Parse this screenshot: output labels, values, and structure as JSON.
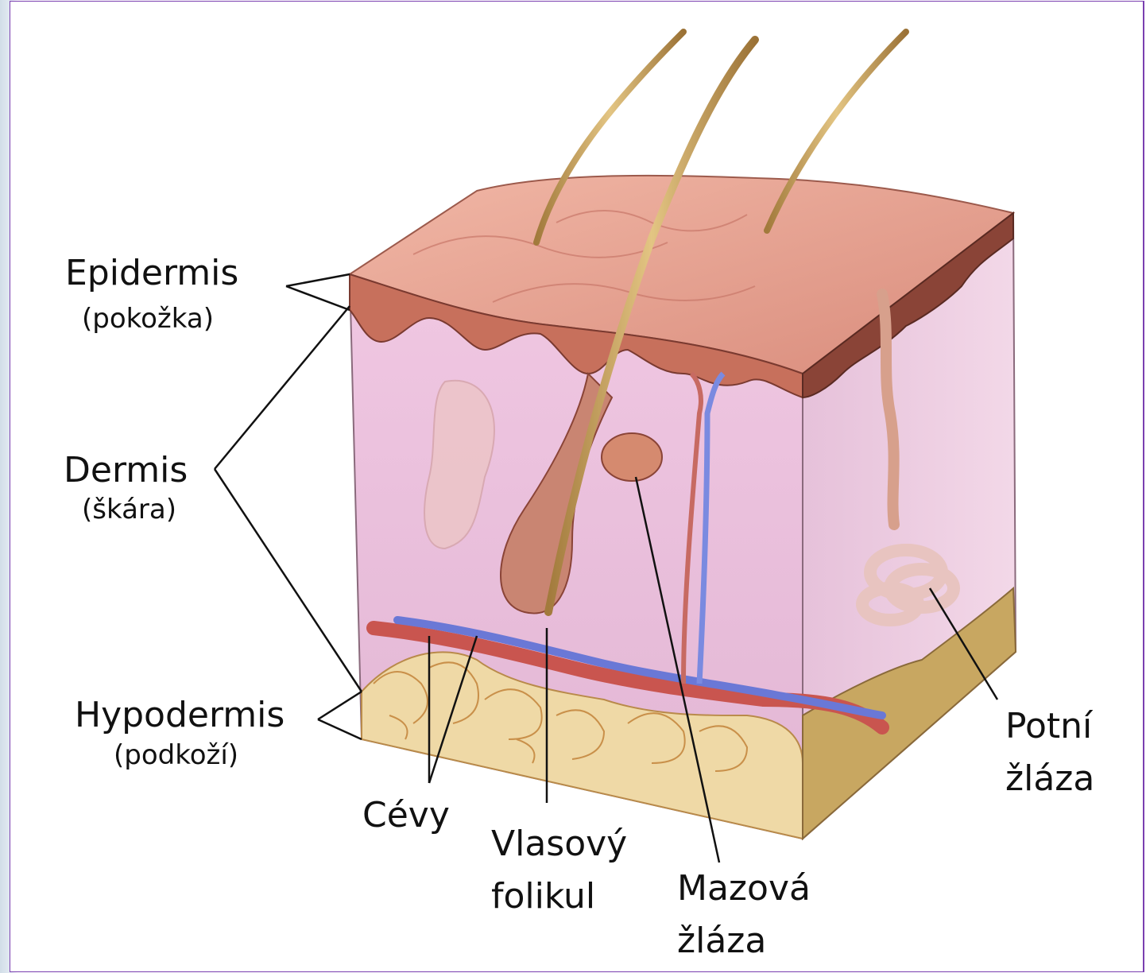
{
  "labels": {
    "epidermis": "Epidermis",
    "epidermis_sub": "(pokožka)",
    "dermis": "Dermis",
    "dermis_sub": "(škára)",
    "hypodermis": "Hypodermis",
    "hypodermis_sub": "(podkoží)",
    "cevy": "Cévy",
    "vlasovy_line1": "Vlasový",
    "vlasovy_line2": "folikul",
    "mazova_line1": "Mazová",
    "mazova_line2": "žláza",
    "potni_line1": "Potní",
    "potni_line2": "žláza"
  },
  "colors": {
    "frame": "#7a3fb0",
    "skin_surface": "#e9a493",
    "dermis": "#e9bfdc",
    "epidermis_cut": "#b45a4a",
    "fat": "#efd9a6",
    "artery": "#c9554f",
    "vein": "#6a78d6",
    "hair": "#c9a45c"
  }
}
